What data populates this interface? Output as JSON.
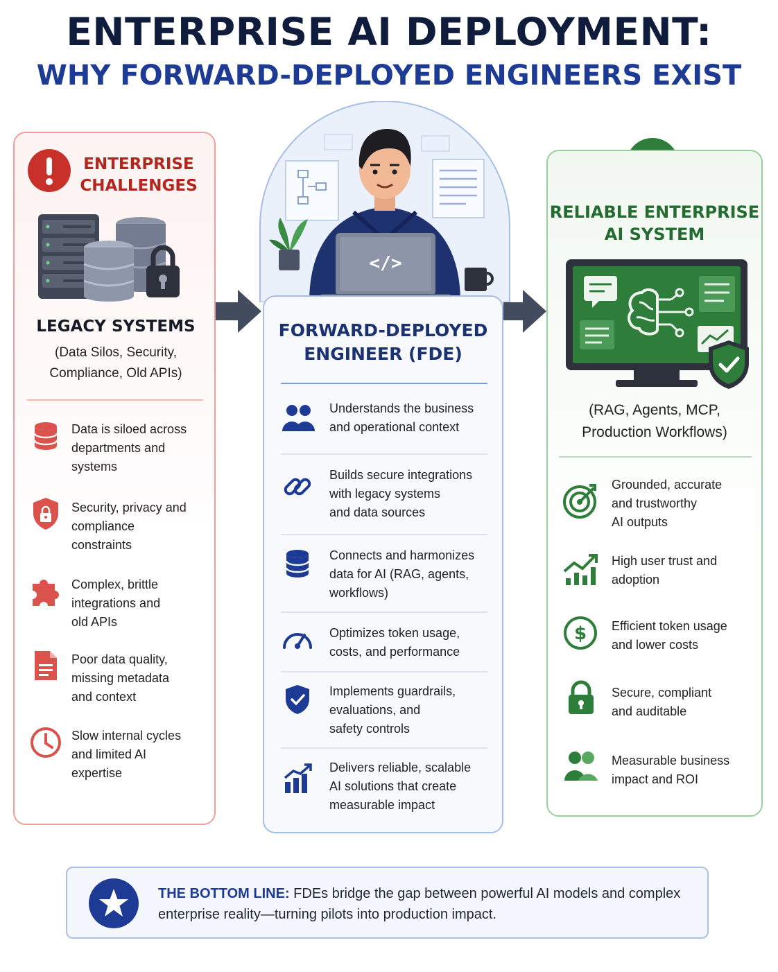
{
  "title": {
    "line1": "ENTERPRISE AI DEPLOYMENT:",
    "line2": "WHY FORWARD-DEPLOYED ENGINEERS EXIST"
  },
  "left": {
    "heading_line1": "ENTERPRISE",
    "heading_line2": "CHALLENGES",
    "subtitle": "LEGACY SYSTEMS",
    "subtext_line1": "(Data Silos, Security,",
    "subtext_line2": "Compliance, Old APIs)",
    "items": [
      {
        "icon": "database-icon",
        "lines": [
          "Data is siloed across",
          "departments and",
          "systems"
        ]
      },
      {
        "icon": "shield-lock-icon",
        "lines": [
          "Security, privacy and",
          "compliance",
          "constraints"
        ]
      },
      {
        "icon": "puzzle-icon",
        "lines": [
          "Complex, brittle",
          "integrations and",
          "old APIs"
        ]
      },
      {
        "icon": "document-icon",
        "lines": [
          "Poor data quality,",
          "missing metadata",
          "and context"
        ]
      },
      {
        "icon": "clock-icon",
        "lines": [
          "Slow internal cycles",
          "and limited AI",
          "expertise"
        ]
      }
    ]
  },
  "middle": {
    "heading_line1": "FORWARD-DEPLOYED",
    "heading_line2": "ENGINEER (FDE)",
    "laptop_code": "</>",
    "items": [
      {
        "icon": "people-icon",
        "lines": [
          "Understands the business",
          "and operational context"
        ]
      },
      {
        "icon": "link-icon",
        "lines": [
          "Builds secure integrations",
          "with legacy systems",
          "and data sources"
        ]
      },
      {
        "icon": "database-icon",
        "lines": [
          "Connects and harmonizes",
          "data for AI (RAG, agents,",
          "workflows)"
        ]
      },
      {
        "icon": "speedometer-icon",
        "lines": [
          "Optimizes token usage,",
          "costs, and performance"
        ]
      },
      {
        "icon": "shield-check-icon",
        "lines": [
          "Implements guardrails,",
          "evaluations, and",
          "safety controls"
        ]
      },
      {
        "icon": "growth-chart-icon",
        "lines": [
          "Delivers reliable, scalable",
          "AI solutions that create",
          "measurable impact"
        ]
      }
    ]
  },
  "right": {
    "heading_line1": "RELIABLE ENTERPRISE",
    "heading_line2": "AI SYSTEM",
    "subtext_line1": "(RAG, Agents, MCP,",
    "subtext_line2": "Production Workflows)",
    "items": [
      {
        "icon": "target-icon",
        "lines": [
          "Grounded, accurate",
          "and trustworthy",
          "AI outputs"
        ]
      },
      {
        "icon": "trend-up-icon",
        "lines": [
          "High user trust and",
          "adoption"
        ]
      },
      {
        "icon": "dollar-icon",
        "lines": [
          "Efficient token usage",
          "and lower costs"
        ]
      },
      {
        "icon": "padlock-icon",
        "lines": [
          "Secure, compliant",
          "and auditable"
        ]
      },
      {
        "icon": "people-icon",
        "lines": [
          "Measurable business",
          "impact and ROI"
        ]
      }
    ]
  },
  "bottom": {
    "label": "THE BOTTOM LINE:",
    "text": " FDEs bridge the gap between powerful AI models and complex enterprise reality—turning pilots into production impact."
  },
  "colors": {
    "red": "#c8302a",
    "blue": "#1d3a94",
    "green": "#2e7d3a",
    "navy": "#101c3c"
  }
}
